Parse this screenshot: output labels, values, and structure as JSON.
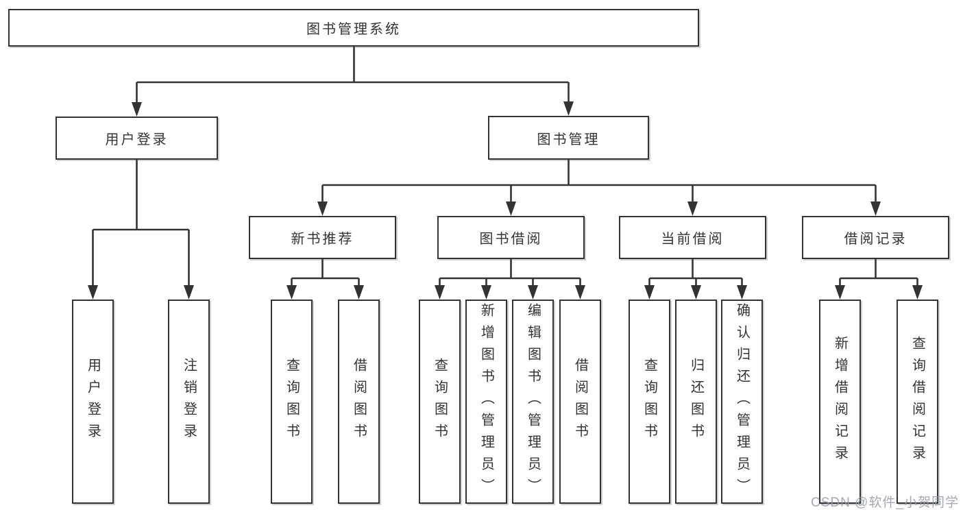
{
  "diagram": {
    "root": "图书管理系统",
    "level2": [
      "用户登录",
      "图书管理"
    ],
    "level3": [
      "新书推荐",
      "图书借阅",
      "当前借阅",
      "借阅记录"
    ],
    "level4": [
      "用户登录",
      "注销登录",
      "查询图书",
      "借阅图书",
      "查询图书",
      "新增图书（管理员）",
      "编辑图书（管理员）",
      "借阅图书",
      "查询图书",
      "归还图书",
      "确认归还（管理员）",
      "新增借阅记录",
      "查询借阅记录"
    ]
  },
  "watermark": "CSDN @软件_小贺同学",
  "colors": {
    "line": "#333333",
    "box_border": "#333333",
    "text": "#333333",
    "background": "#ffffff",
    "watermark": "#9499a4"
  }
}
